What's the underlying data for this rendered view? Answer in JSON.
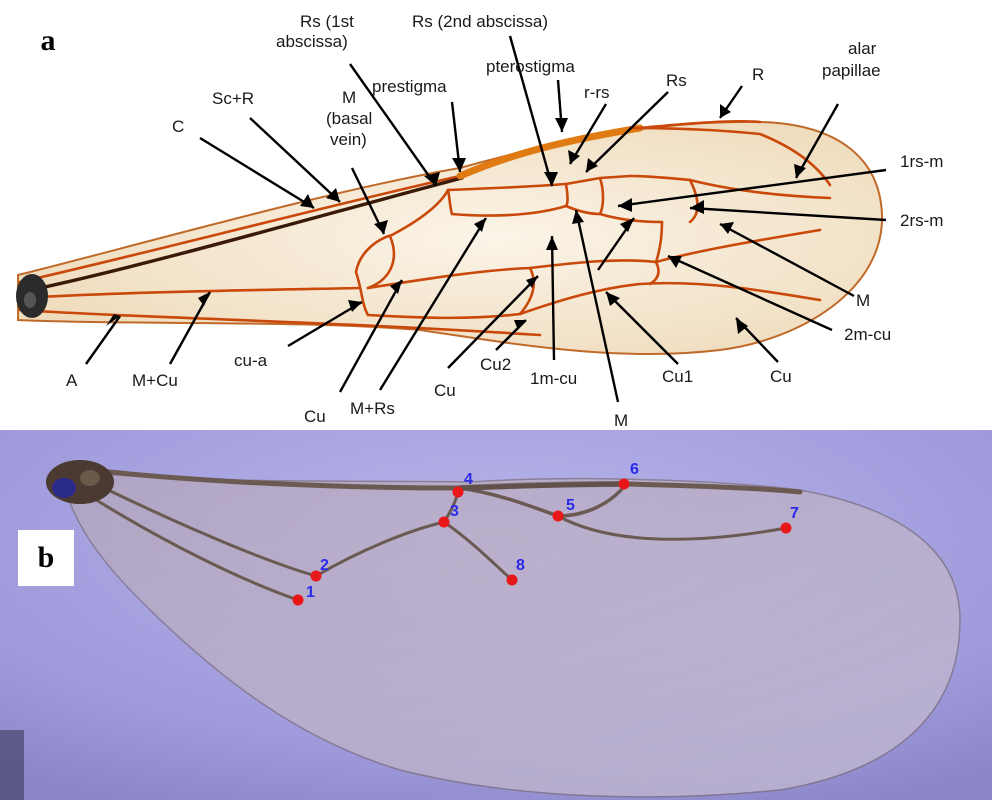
{
  "panel_a": {
    "letter": "a",
    "labels": {
      "rs_1st_line1": "Rs (1st",
      "rs_1st_line2": "abscissa)",
      "rs_2nd": "Rs (2nd abscissa)",
      "pterostigma": "pterostigma",
      "r_rs": "r-rs",
      "rs": "Rs",
      "r": "R",
      "alar_line1": "alar",
      "alar_line2": "papillae",
      "sc_r": "Sc+R",
      "m_basal_line1": "M",
      "m_basal_line2": "(basal",
      "m_basal_line3": "vein)",
      "prestigma": "prestigma",
      "c": "C",
      "rs_m_1": "1rs-m",
      "rs_m_2": "2rs-m",
      "m_right": "M",
      "m_cu_2": "2m-cu",
      "a": "A",
      "m_cu": "M+Cu",
      "cu_a": "cu-a",
      "cu_mid": "Cu",
      "m_rs": "M+Rs",
      "cu_lower": "Cu",
      "cu2": "Cu2",
      "m_cu_1": "1m-cu",
      "m_bottom": "M",
      "cu1": "Cu1",
      "cu_right": "Cu"
    }
  },
  "panel_b": {
    "letter": "b",
    "landmarks": [
      {
        "label": "1"
      },
      {
        "label": "2"
      },
      {
        "label": "3"
      },
      {
        "label": "4"
      },
      {
        "label": "5"
      },
      {
        "label": "6"
      },
      {
        "label": "7"
      },
      {
        "label": "8"
      }
    ]
  },
  "colors": {
    "vein": "#c9480a",
    "membrane": "#f6ead6",
    "background_b": "#9f9bdc",
    "landmark_dot": "#e81818",
    "landmark_number": "#2a2ae8"
  }
}
